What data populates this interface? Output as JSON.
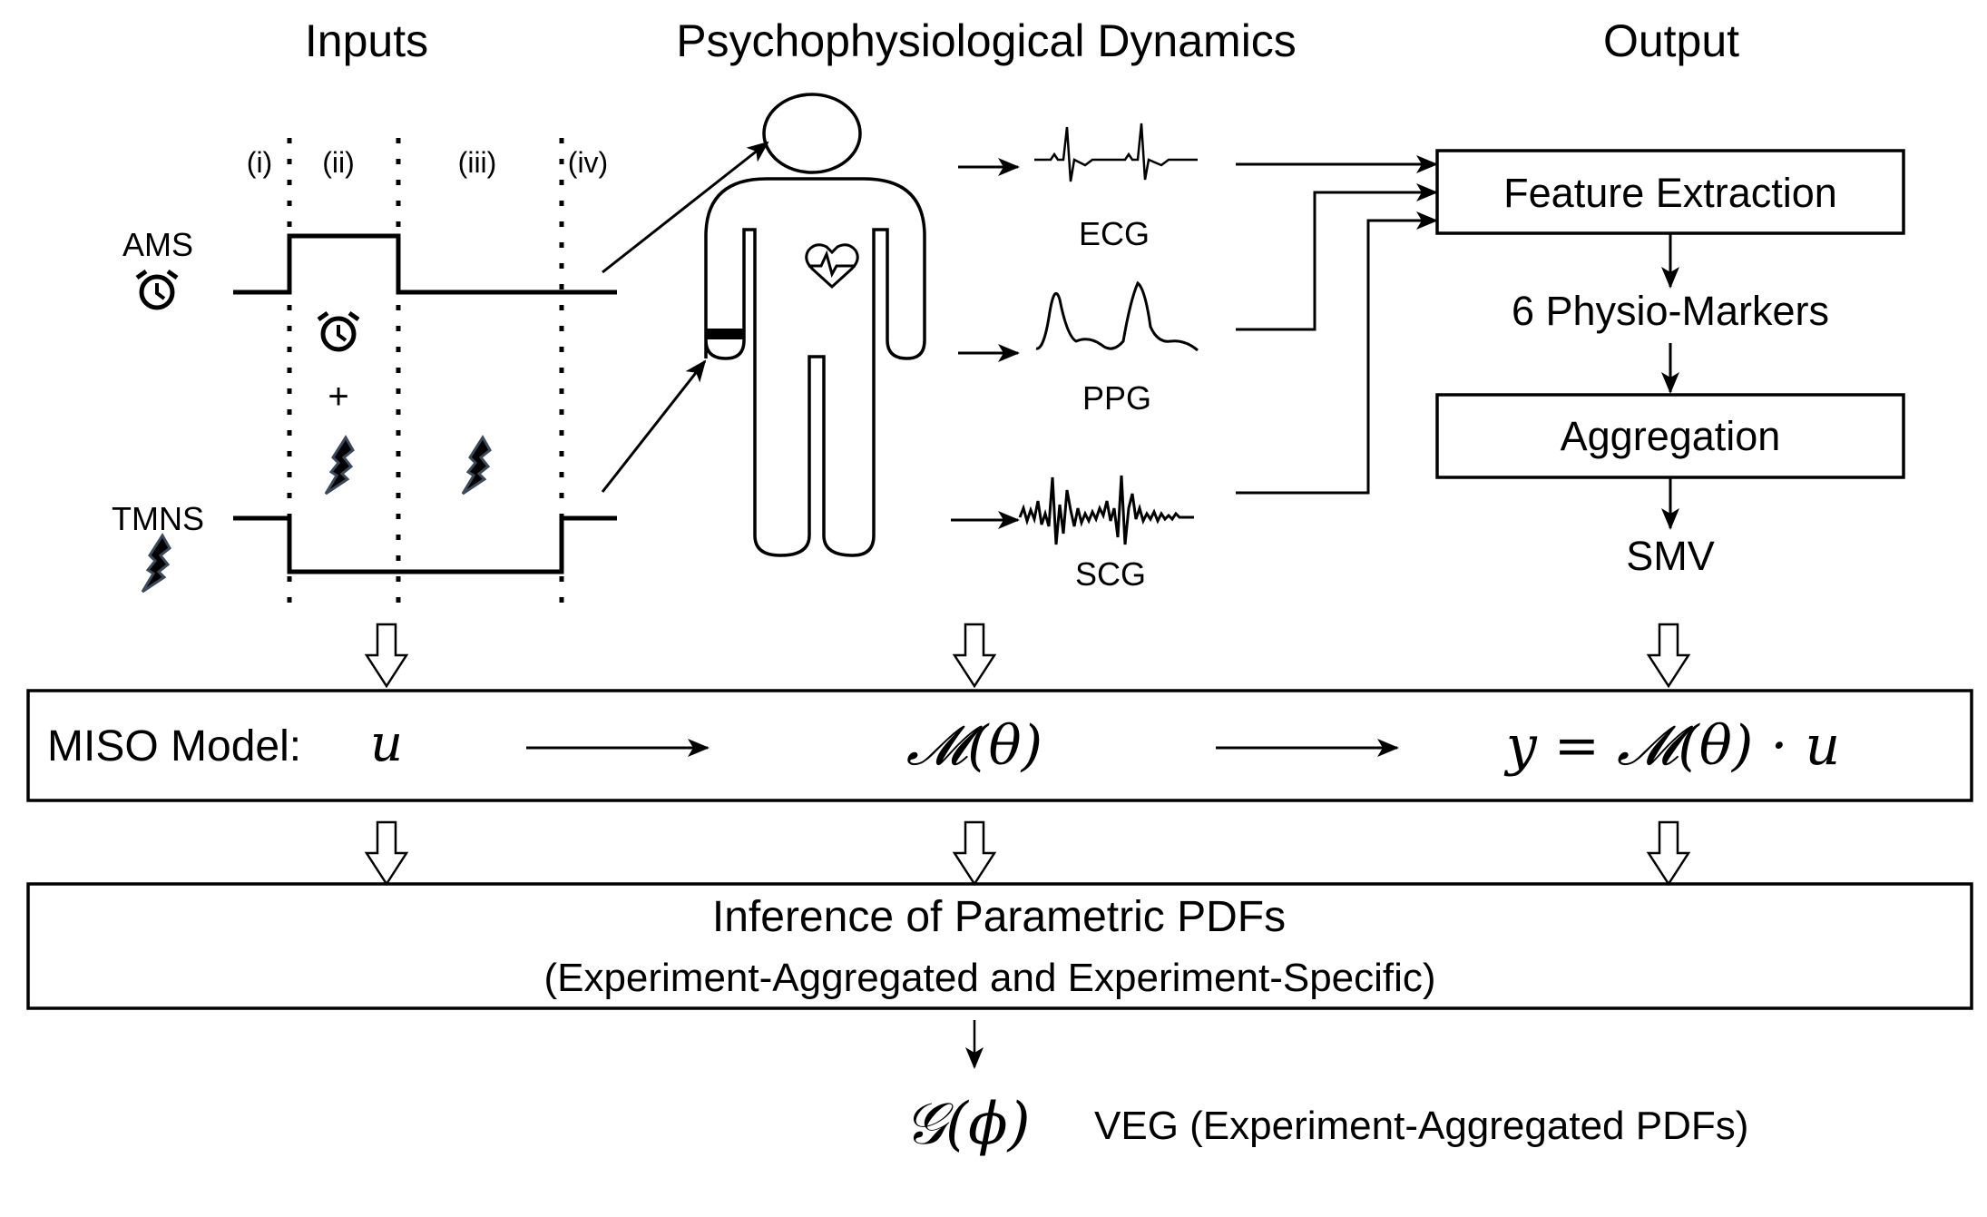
{
  "headers": {
    "inputs": "Inputs",
    "dynamics": "Psychophysiological Dynamics",
    "output": "Output"
  },
  "inputs": {
    "phases": [
      "(i)",
      "(ii)",
      "(iii)",
      "(iv)"
    ],
    "signals": [
      {
        "label": "AMS",
        "icon": "alarm-clock-icon"
      },
      {
        "label": "TMNS",
        "icon": "lightning-icon"
      }
    ],
    "combo_plus": "+"
  },
  "signals": [
    {
      "label": "ECG"
    },
    {
      "label": "PPG"
    },
    {
      "label": "SCG"
    }
  ],
  "output_pipeline": {
    "feature_extraction": "Feature Extraction",
    "markers": "6 Physio-Markers",
    "aggregation": "Aggregation",
    "result": "SMV"
  },
  "miso": {
    "label": "MISO Model:",
    "input_symbol": "u",
    "model_symbol": "𝓜(θ)",
    "output_eq": "y = 𝓜(θ) · u"
  },
  "inference": {
    "title": "Inference of Parametric PDFs",
    "subtitle": "(Experiment-Aggregated and Experiment-Specific)"
  },
  "result": {
    "symbol": "𝒢(ϕ)",
    "description": "VEG (Experiment-Aggregated PDFs)"
  },
  "colors": {
    "line": "#000000",
    "bolt_outline": "#3b4a5c",
    "background": "#ffffff"
  }
}
